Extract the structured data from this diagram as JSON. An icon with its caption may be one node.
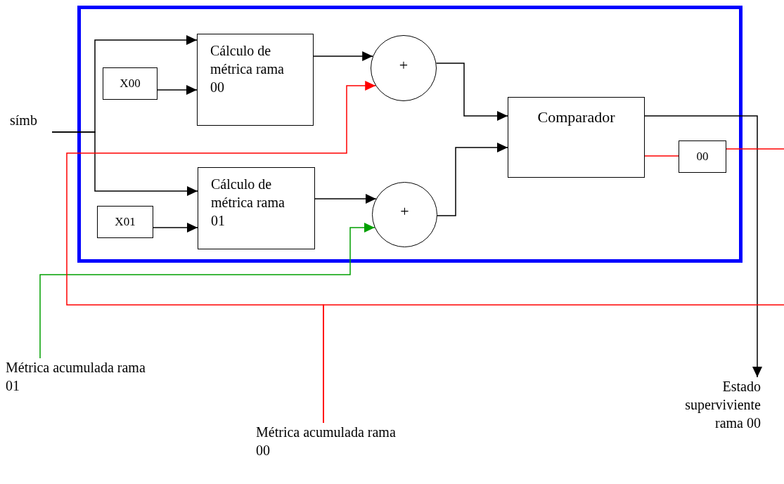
{
  "diagram": {
    "nodes": [
      {
        "text": [],
        "shape": "box"
      },
      {
        "text": [
          "símb"
        ]
      },
      {
        "text": [
          "X00"
        ],
        "in": 0
      },
      {
        "text": [
          "Cálculo de métrica rama 00"
        ],
        "in": 0
      },
      {
        "text": [
          "X01"
        ],
        "in": 0
      },
      {
        "text": [
          "Cálculo de métrica rama 01"
        ],
        "in": 0
      },
      {
        "text": [
          "+"
        ],
        "in": 0
      },
      {
        "text": [
          "+"
        ],
        "in": 0
      },
      {
        "text": [
          "Comparador"
        ],
        "in": 0
      },
      {
        "text": [
          "00"
        ],
        "in": 0
      },
      {
        "text": [
          "Métrica acumulada rama 01"
        ]
      },
      {
        "text": [
          "Métrica acumulada rama 00"
        ]
      },
      {
        "text": [
          "Estado superviviente rama 00"
        ]
      }
    ],
    "edges": [
      {
        "from": 1,
        "to": 3,
        "arrow": "to"
      },
      {
        "from": 1,
        "to": 5,
        "arrow": "to"
      },
      {
        "from": 2,
        "to": 3,
        "arrow": "to"
      },
      {
        "from": 4,
        "to": 5,
        "arrow": "to"
      },
      {
        "from": 3,
        "to": 6,
        "arrow": "to"
      },
      {
        "from": 5,
        "to": 7,
        "arrow": "to"
      },
      {
        "from": 6,
        "to": 8,
        "arrow": "to"
      },
      {
        "from": 7,
        "to": 8,
        "arrow": "to"
      },
      {
        "from": 8,
        "to": 12,
        "arrow": "to"
      },
      {
        "from": 10,
        "to": 7,
        "arrow": "to",
        "color": "#00a000"
      },
      {
        "from": 11,
        "to": 6,
        "arrow": "to",
        "color": "#ff0000"
      },
      {
        "from": 11,
        "to": null,
        "arrow": "none",
        "color": "#ff0000"
      },
      {
        "from": 8,
        "to": 9,
        "arrow": "none",
        "color": "#ff0000"
      },
      {
        "from": 9,
        "to": null,
        "arrow": "none",
        "color": "#ff0000"
      }
    ]
  }
}
